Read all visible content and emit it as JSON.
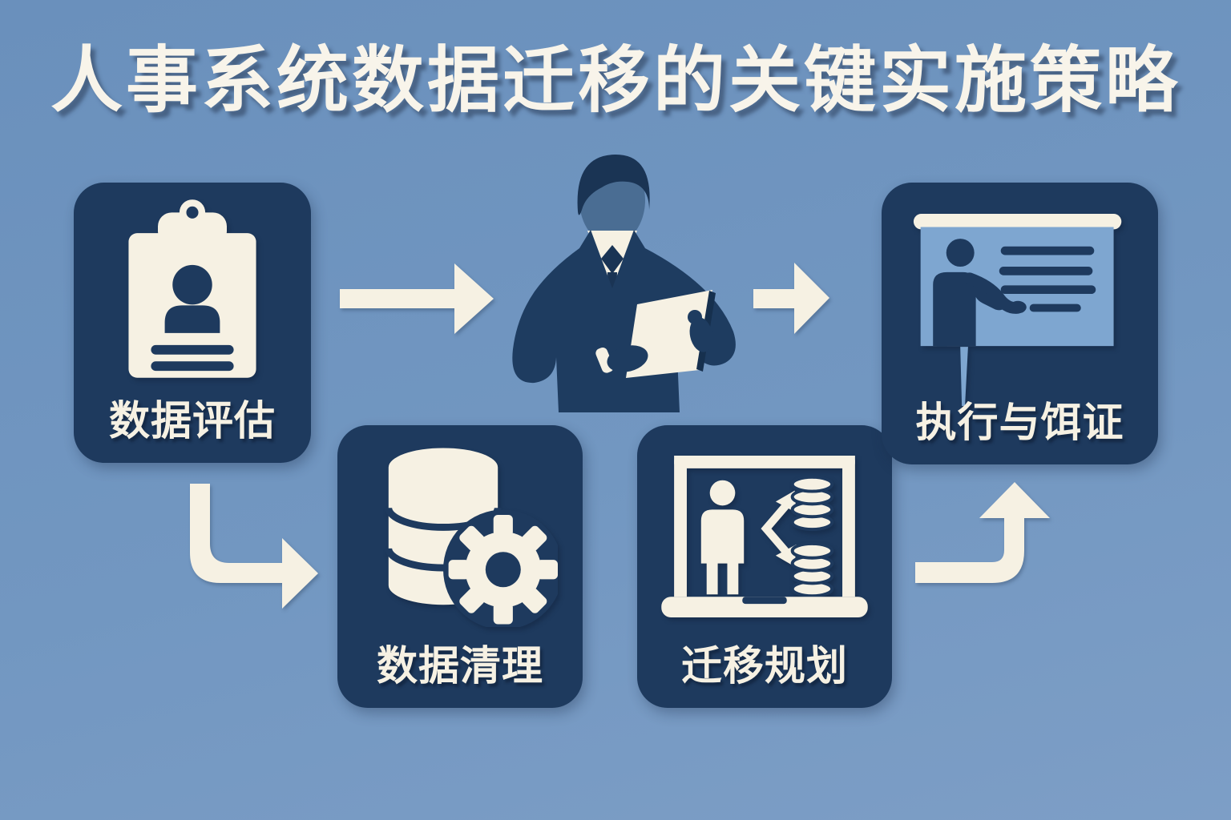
{
  "title": "人事系统数据迁移的关键实施策略",
  "steps": [
    {
      "label": "数据评估",
      "icon": "clipboard-profile-icon"
    },
    {
      "label": "数据清理",
      "icon": "database-gear-icon"
    },
    {
      "label": "迁移规划",
      "icon": "laptop-data-migration-icon"
    },
    {
      "label": "执行与饵证",
      "icon": "presentation-board-icon"
    }
  ],
  "figure": {
    "name": "businessman-with-tablet"
  },
  "arrows": [
    {
      "name": "arrow-step1-to-figure",
      "direction": "right"
    },
    {
      "name": "arrow-figure-to-step4",
      "direction": "right"
    },
    {
      "name": "arrow-step1-to-step2",
      "direction": "down-then-right"
    },
    {
      "name": "arrow-step3-to-step4",
      "direction": "right-then-up"
    }
  ],
  "colors": {
    "background": "#7096c0",
    "panel_navy": "#1e3a5e",
    "cream": "#f6f1e3",
    "screen_blue": "#7ea6d0",
    "face_blue": "#4a6d93",
    "hair_navy": "#1a3454"
  }
}
